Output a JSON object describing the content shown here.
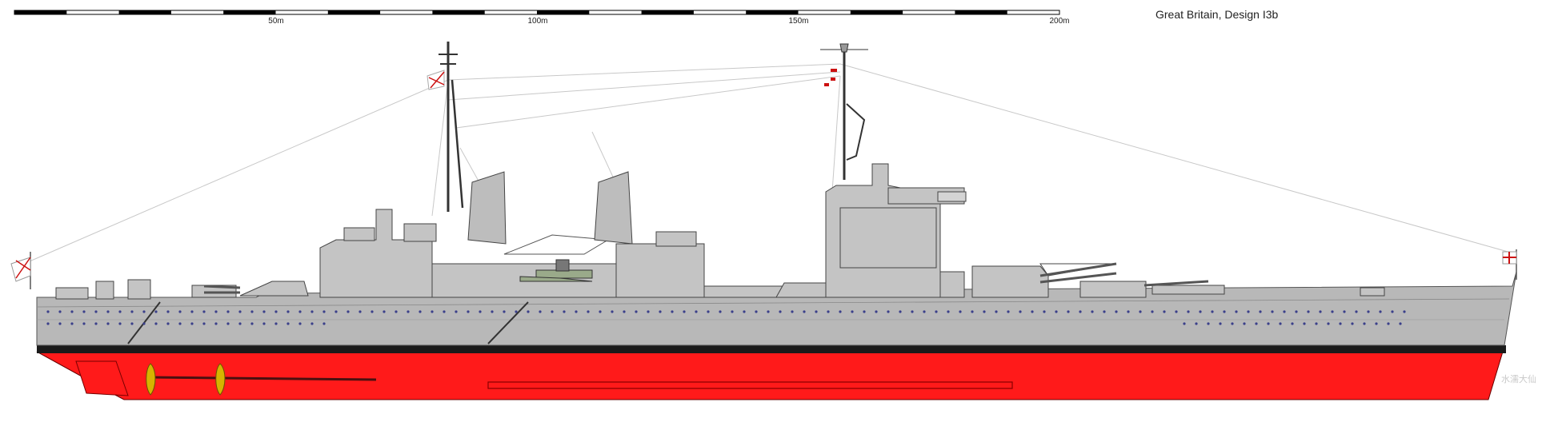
{
  "drawing": {
    "title": "Great Britain, Design I3b",
    "watermark": "水濡大仙"
  },
  "scale_bar": {
    "unit": "m",
    "max_m": 200,
    "labels": [
      {
        "m": 50,
        "text": "50m"
      },
      {
        "m": 100,
        "text": "100m"
      },
      {
        "m": 150,
        "text": "150m"
      },
      {
        "m": 200,
        "text": "200m"
      }
    ]
  },
  "colors": {
    "hull": "#b8b8b8",
    "superstructure": "#c4c4c4",
    "underwater_hull": "#ff1a1a",
    "boot_topping": "#1a1a1a",
    "mast": "#333333",
    "porthole": "#3a3f8a",
    "propeller": "#d6b400",
    "ensign_red": "#cc1111"
  }
}
